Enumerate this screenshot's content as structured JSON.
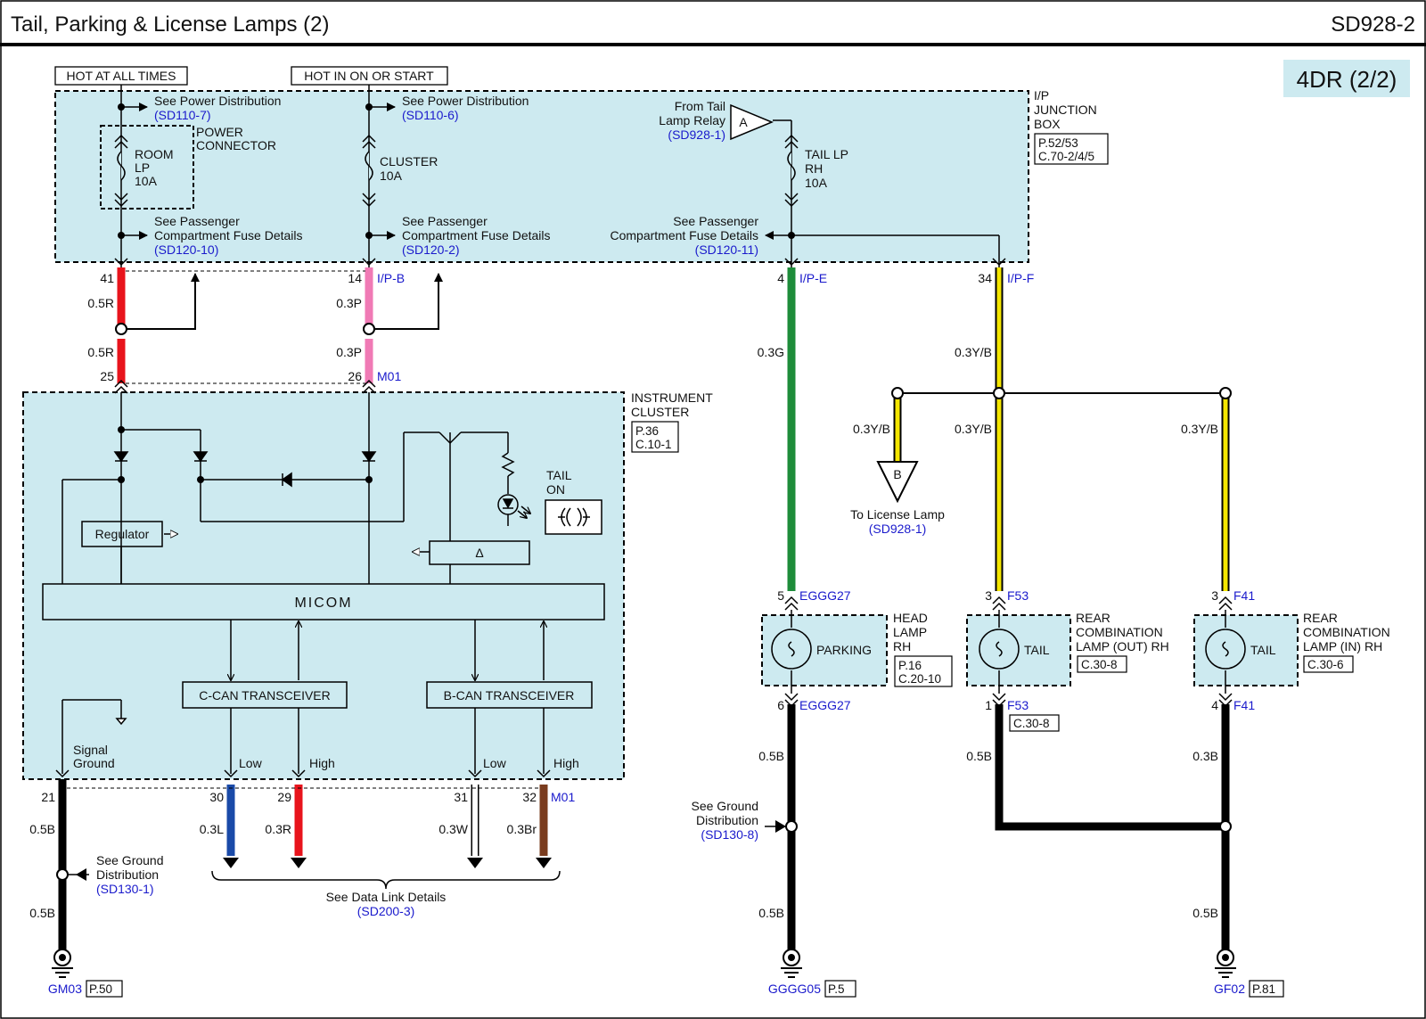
{
  "header": {
    "title": "Tail, Parking & License Lamps (2)",
    "code": "SD928-2",
    "variant": "4DR (2/2)"
  },
  "colors": {
    "panel": "#cdeaf0",
    "red": "#e8141c",
    "pink": "#f07ab5",
    "green": "#1e8c3a",
    "yellow": "#f4e600",
    "blue": "#1a4aa8",
    "brown": "#7a3c1e",
    "black": "#000000",
    "link": "#1a1acc"
  },
  "jbox": {
    "hot1": "HOT AT ALL TIMES",
    "hot2": "HOT IN ON OR START",
    "see_power": "See Power Distribution",
    "sd110_7": "(SD110-7)",
    "sd110_6": "(SD110-6)",
    "power_conn_1": "POWER",
    "power_conn_2": "CONNECTOR",
    "room_1": "ROOM",
    "room_2": "LP",
    "room_3": "10A",
    "cluster_1": "CLUSTER",
    "cluster_2": "10A",
    "from_tail_1": "From Tail",
    "from_tail_2": "Lamp Relay",
    "sd928_1": "(SD928-1)",
    "conn_a": "A",
    "tail_lp_1": "TAIL LP",
    "tail_lp_2": "RH",
    "tail_lp_3": "10A",
    "see_pass_1": "See Passenger",
    "see_pass_2": "Compartment Fuse Details",
    "sd120_10": "(SD120-10)",
    "sd120_2": "(SD120-2)",
    "sd120_11": "(SD120-11)",
    "name_1": "I/P",
    "name_2": "JUNCTION",
    "name_3": "BOX",
    "ref_1": "P.52/53",
    "ref_2": "C.70-2/4/5"
  },
  "wires": {
    "p41": "41",
    "p14": "14",
    "ipb": "I/P-B",
    "p4": "4",
    "ipe": "I/P-E",
    "p34": "34",
    "ipf": "I/P-F",
    "r05": "0.5R",
    "p03": "0.3P",
    "p25": "25",
    "p26": "26",
    "m01": "M01",
    "g03": "0.3G",
    "yb": "0.3Y/B",
    "to_license": "To License Lamp",
    "conn_b": "B",
    "p5": "5",
    "eggg27": "EGGG27",
    "p3": "3",
    "f53": "F53",
    "f41": "F41",
    "p6": "6",
    "p1": "1",
    "p4b": "4",
    "c308": "C.30-8",
    "b05": "0.5B",
    "b03": "0.3B",
    "see_ground": "See Ground",
    "distribution": "Distribution",
    "sd130_8": "(SD130-8)",
    "sd130_1": "(SD130-1)",
    "gggg05": "GGGG05",
    "p5ref": "P.5",
    "gf02": "GF02",
    "p81": "P.81",
    "gm03": "GM03",
    "p50": "P.50"
  },
  "lamps": {
    "parking": "PARKING",
    "tail": "TAIL",
    "head_1": "HEAD",
    "head_2": "LAMP",
    "head_3": "RH",
    "head_ref1": "P.16",
    "head_ref2": "C.20-10",
    "rear_1": "REAR",
    "rear_2": "COMBINATION",
    "rear_out": "LAMP (OUT) RH",
    "rear_in": "LAMP (IN) RH",
    "c306": "C.30-6"
  },
  "cluster": {
    "name_1": "INSTRUMENT",
    "name_2": "CLUSTER",
    "ref_1": "P.36",
    "ref_2": "C.10-1",
    "tail_on_1": "TAIL",
    "tail_on_2": "ON",
    "regulator": "Regulator",
    "micom": "MICOM",
    "ccan": "C-CAN TRANSCEIVER",
    "bcan": "B-CAN TRANSCEIVER",
    "signal_1": "Signal",
    "signal_2": "Ground",
    "low": "Low",
    "high": "High",
    "p21": "21",
    "p30": "30",
    "p29": "29",
    "p31": "31",
    "p32": "32",
    "l03": "0.3L",
    "r03": "0.3R",
    "w03": "0.3W",
    "br03": "0.3Br",
    "see_data": "See Data Link Details",
    "sd200_3": "(SD200-3)"
  }
}
